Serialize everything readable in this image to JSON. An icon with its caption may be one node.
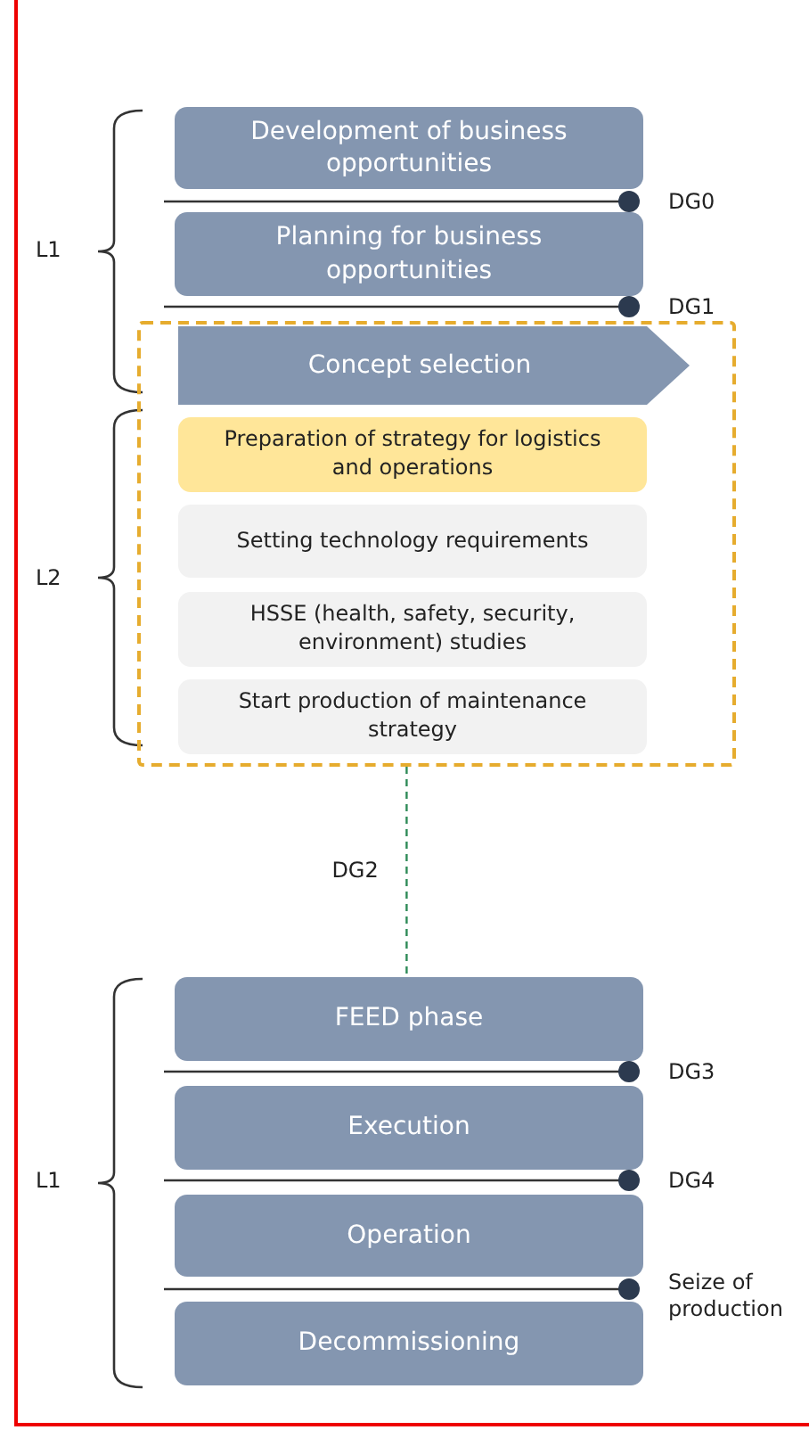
{
  "diagram": {
    "nodes": [
      {
        "text": [
          "Development of business opportunities"
        ]
      },
      {
        "text": [
          "Planning for business opportunities"
        ]
      },
      {
        "text": [],
        "shape": "box"
      },
      {
        "text": [
          "Concept selection"
        ],
        "in": 2
      },
      {
        "text": [
          "Preparation of strategy for logistics and operations"
        ],
        "in": 2
      },
      {
        "text": [
          "Setting technology requirements"
        ],
        "in": 2
      },
      {
        "text": [
          "HSSE (health, safety, security, environment) studies"
        ],
        "in": 2
      },
      {
        "text": [
          "Start production of maintenance strategy"
        ],
        "in": 2
      },
      {
        "text": [
          "FEED phase"
        ]
      },
      {
        "text": [
          "Execution"
        ]
      },
      {
        "text": [
          "Operation"
        ]
      },
      {
        "text": [
          "Decommissioning"
        ]
      }
    ],
    "edges": [
      {
        "from": 2,
        "to": 8,
        "arrow": "none",
        "style": "dashed",
        "color": "#2e8b57",
        "label": "DG2"
      }
    ],
    "labels": [
      "DG0",
      "L1",
      "DG1",
      "L2",
      "DG3",
      "L1",
      "DG4",
      "Seize of production"
    ]
  }
}
